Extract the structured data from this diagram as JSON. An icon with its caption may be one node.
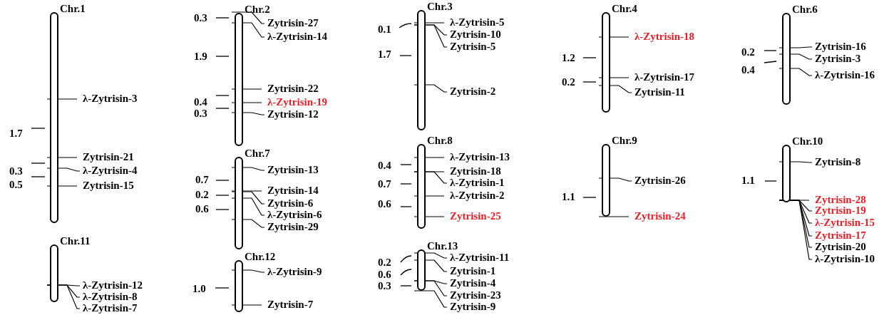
{
  "diagram": {
    "nodes": [
      {
        "text": [
          "Chr.1"
        ]
      },
      {
        "text": [
          "λ-Zytrisin-3"
        ]
      },
      {
        "text": [
          "Zytrisin-21"
        ]
      },
      {
        "text": [
          "λ-Zytrisin-4"
        ]
      },
      {
        "text": [
          "Zytrisin-15"
        ]
      },
      {
        "text": [
          "Chr.11"
        ]
      },
      {
        "text": [
          "λ-Zytrisin-12"
        ]
      },
      {
        "text": [
          "λ-Zytrisin-8"
        ]
      },
      {
        "text": [
          "λ-Zytrisin-7"
        ]
      },
      {
        "text": [
          "Chr.2"
        ]
      },
      {
        "text": [
          "Zytrisin-27"
        ]
      },
      {
        "text": [
          "λ-Zytrisin-14"
        ]
      },
      {
        "text": [
          "Zytrisin-22"
        ]
      },
      {
        "text": [
          "λ-Zytrisin-19"
        ]
      },
      {
        "text": [
          "Zytrisin-12"
        ]
      },
      {
        "text": [
          "Chr.7"
        ]
      },
      {
        "text": [
          "Zytrisin-13"
        ]
      },
      {
        "text": [
          "Zytrisin-14"
        ]
      },
      {
        "text": [
          "Zytrisin-6"
        ]
      },
      {
        "text": [
          "λ-Zytrisin-6"
        ]
      },
      {
        "text": [
          "Zytrisin-29"
        ]
      },
      {
        "text": [
          "Chr.12"
        ]
      },
      {
        "text": [
          "λ-Zytrisin-9"
        ]
      },
      {
        "text": [
          "Zytrisin-7"
        ]
      },
      {
        "text": [
          "Chr.3"
        ]
      },
      {
        "text": [
          "λ-Zytrisin-5"
        ]
      },
      {
        "text": [
          "Zytrisin-10"
        ]
      },
      {
        "text": [
          "Zytrisin-5"
        ]
      },
      {
        "text": [
          "Zytrisin-2"
        ]
      },
      {
        "text": [
          "Chr.8"
        ]
      },
      {
        "text": [
          "λ-Zytrisin-13"
        ]
      },
      {
        "text": [
          "Zytrisin-18"
        ]
      },
      {
        "text": [
          "λ-Zytrisin-1"
        ]
      },
      {
        "text": [
          "λ-Zytrisin-2"
        ]
      },
      {
        "text": [
          "Zytrisin-25"
        ]
      },
      {
        "text": [
          "Chr.13"
        ]
      },
      {
        "text": [
          "λ-Zytrisin-11"
        ]
      },
      {
        "text": [
          "Zytrisin-1"
        ]
      },
      {
        "text": [
          "Zytrisin-4"
        ]
      },
      {
        "text": [
          "Zytrisin-23"
        ]
      },
      {
        "text": [
          "Zytrisin-9"
        ]
      },
      {
        "text": [
          "Chr.4"
        ]
      },
      {
        "text": [
          "λ-Zytrisin-18"
        ]
      },
      {
        "text": [
          "λ-Zytrisin-17"
        ]
      },
      {
        "text": [
          "Zytrisin-11"
        ]
      },
      {
        "text": [
          "Chr.9"
        ]
      },
      {
        "text": [
          "Zytrisin-26"
        ]
      },
      {
        "text": [
          "Zytrisin-24"
        ]
      },
      {
        "text": [
          "Chr.6"
        ]
      },
      {
        "text": [
          "Zytrisin-16"
        ]
      },
      {
        "text": [
          "Zytrisin-3"
        ]
      },
      {
        "text": [
          "λ-Zytrisin-16"
        ]
      },
      {
        "text": [
          "Chr.10"
        ]
      },
      {
        "text": [
          "Zytrisin-8"
        ]
      },
      {
        "text": [
          "Zytrisin-28"
        ]
      },
      {
        "text": [
          "Zytrisin-19"
        ]
      },
      {
        "text": [
          "λ-Zytrisin-15"
        ]
      },
      {
        "text": [
          "Zytrisin-17"
        ]
      },
      {
        "text": [
          "Zytrisin-20"
        ]
      },
      {
        "text": [
          "λ-Zytrisin-10"
        ]
      }
    ],
    "edges": [
      {
        "from": 1,
        "to": 0,
        "arrow": "none"
      },
      {
        "from": 2,
        "to": 0,
        "arrow": "none"
      },
      {
        "from": 3,
        "to": 0,
        "arrow": "none"
      },
      {
        "from": 4,
        "to": 0,
        "arrow": "none"
      },
      {
        "from": 6,
        "to": 5,
        "arrow": "none"
      },
      {
        "from": 7,
        "to": 5,
        "arrow": "none"
      },
      {
        "from": 8,
        "to": 5,
        "arrow": "none"
      },
      {
        "from": 10,
        "to": 9,
        "arrow": "none"
      },
      {
        "from": 11,
        "to": 9,
        "arrow": "none"
      },
      {
        "from": 12,
        "to": 9,
        "arrow": "none"
      },
      {
        "from": 13,
        "to": 9,
        "arrow": "none"
      },
      {
        "from": 14,
        "to": 9,
        "arrow": "none"
      },
      {
        "from": 16,
        "to": 15,
        "arrow": "none"
      },
      {
        "from": 17,
        "to": 15,
        "arrow": "none"
      },
      {
        "from": 18,
        "to": 15,
        "arrow": "none"
      },
      {
        "from": 19,
        "to": 15,
        "arrow": "none"
      },
      {
        "from": 20,
        "to": 15,
        "arrow": "none"
      },
      {
        "from": 22,
        "to": 21,
        "arrow": "none"
      },
      {
        "from": 23,
        "to": 21,
        "arrow": "none"
      },
      {
        "from": 25,
        "to": 24,
        "arrow": "none"
      },
      {
        "from": 26,
        "to": 24,
        "arrow": "none"
      },
      {
        "from": 27,
        "to": 24,
        "arrow": "none"
      },
      {
        "from": 28,
        "to": 24,
        "arrow": "none"
      },
      {
        "from": 30,
        "to": 29,
        "arrow": "none"
      },
      {
        "from": 31,
        "to": 29,
        "arrow": "none"
      },
      {
        "from": 32,
        "to": 29,
        "arrow": "none"
      },
      {
        "from": 33,
        "to": 29,
        "arrow": "none"
      },
      {
        "from": 34,
        "to": 29,
        "arrow": "none"
      },
      {
        "from": 36,
        "to": 35,
        "arrow": "none"
      },
      {
        "from": 37,
        "to": 35,
        "arrow": "none"
      },
      {
        "from": 38,
        "to": 35,
        "arrow": "none"
      },
      {
        "from": 39,
        "to": 35,
        "arrow": "none"
      },
      {
        "from": 40,
        "to": 35,
        "arrow": "none"
      },
      {
        "from": 42,
        "to": 41,
        "arrow": "none"
      },
      {
        "from": 43,
        "to": 41,
        "arrow": "none"
      },
      {
        "from": 44,
        "to": 41,
        "arrow": "none"
      },
      {
        "from": 46,
        "to": 45,
        "arrow": "none"
      },
      {
        "from": 47,
        "to": 45,
        "arrow": "none"
      },
      {
        "from": 49,
        "to": 48,
        "arrow": "none"
      },
      {
        "from": 50,
        "to": 48,
        "arrow": "none"
      },
      {
        "from": 51,
        "to": 48,
        "arrow": "none"
      },
      {
        "from": 53,
        "to": 52,
        "arrow": "none"
      },
      {
        "from": 54,
        "to": 52,
        "arrow": "none"
      },
      {
        "from": 55,
        "to": 52,
        "arrow": "none"
      },
      {
        "from": 56,
        "to": 52,
        "arrow": "none"
      },
      {
        "from": 57,
        "to": 52,
        "arrow": "none"
      },
      {
        "from": 58,
        "to": 52,
        "arrow": "none"
      },
      {
        "from": 59,
        "to": 52,
        "arrow": "none"
      }
    ],
    "labels": [
      "1.7",
      "0.3",
      "0.5",
      "0.3",
      "1.9",
      "0.4",
      "0.3",
      "0.7",
      "0.2",
      "0.6",
      "1.0",
      "0.1",
      "1.7",
      "0.4",
      "0.7",
      "0.6",
      "0.2",
      "0.6",
      "0.3",
      "1.2",
      "0.2",
      "1.1",
      "0.2",
      "0.4",
      "1.1"
    ]
  }
}
